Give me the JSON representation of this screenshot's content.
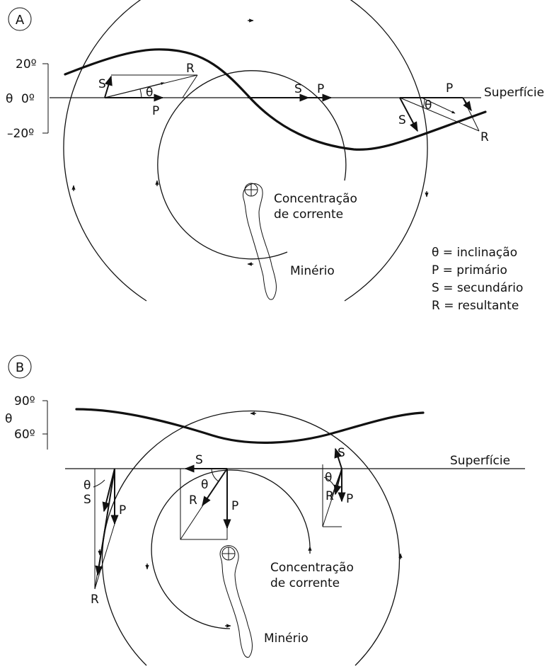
{
  "panelA": {
    "label": "A",
    "axis": {
      "top": "20º",
      "zero": "0º",
      "bottom": "–20º",
      "symbol": "θ"
    },
    "surface": "Superfície",
    "vectors": {
      "left": {
        "s": "S",
        "r": "R",
        "p": "P",
        "theta": "θ"
      },
      "center": {
        "s": "S",
        "p": "P"
      },
      "right": {
        "p": "P",
        "s": "S",
        "r": "R",
        "theta": "θ"
      }
    },
    "current_line1": "Concentração",
    "current_line2": "de corrente",
    "ore": "Minério",
    "legend": [
      "θ = inclinação",
      "P = primário",
      "S = secundário",
      "R = resultante"
    ]
  },
  "panelB": {
    "label": "B",
    "axis": {
      "top": "90º",
      "symbol": "θ",
      "bottom": "60º"
    },
    "surface": "Superfície",
    "vectors": {
      "left": {
        "theta": "θ",
        "s": "S",
        "p": "P",
        "r": "R"
      },
      "center": {
        "s": "S",
        "theta": "θ",
        "r": "R",
        "p": "P"
      },
      "right": {
        "s": "S",
        "theta": "θ",
        "r": "R",
        "p": "P"
      }
    },
    "current_line1": "Concentração",
    "current_line2": "de corrente",
    "ore": "Minério"
  }
}
